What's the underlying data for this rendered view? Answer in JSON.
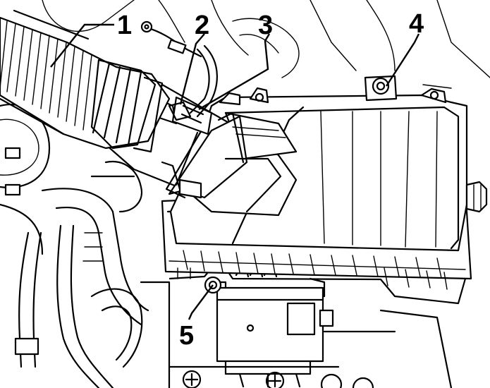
{
  "diagram": {
    "callouts": [
      {
        "id": "1",
        "label": "1"
      },
      {
        "id": "2",
        "label": "2"
      },
      {
        "id": "3",
        "label": "3"
      },
      {
        "id": "4",
        "label": "4"
      },
      {
        "id": "5",
        "label": "5"
      }
    ]
  },
  "colors": {
    "line": "#000000",
    "background": "#ffffff"
  }
}
